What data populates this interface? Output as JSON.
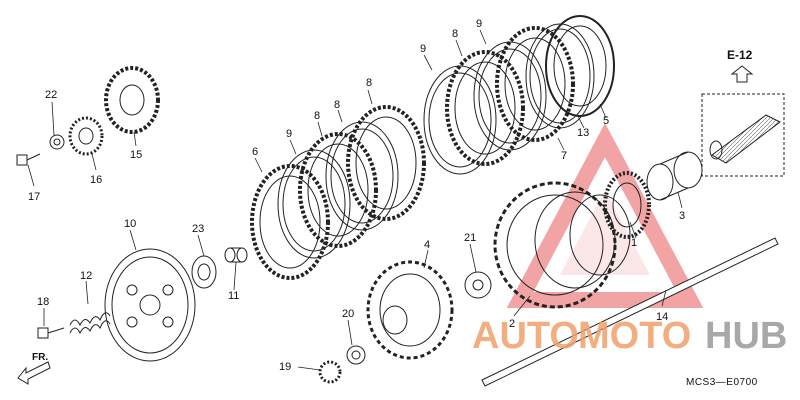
{
  "diagram_code": "MCS3—E0700",
  "reference_label": "E-12",
  "direction_label": "FR.",
  "watermark": {
    "part1": "AUTO",
    "part2": "MOTO",
    "part3": "HUB"
  },
  "colors": {
    "line": "#222222",
    "watermark_red": "#e85a5a",
    "watermark_grey": "#9a9a9a",
    "watermark_fill": "#f3b6b6"
  },
  "part_numbers": [
    "1",
    "2",
    "3",
    "4",
    "5",
    "6",
    "7",
    "8",
    "8",
    "8",
    "8",
    "9",
    "9",
    "9",
    "9",
    "10",
    "11",
    "12",
    "13",
    "14",
    "15",
    "16",
    "17",
    "18",
    "19",
    "20",
    "21",
    "22",
    "23"
  ]
}
